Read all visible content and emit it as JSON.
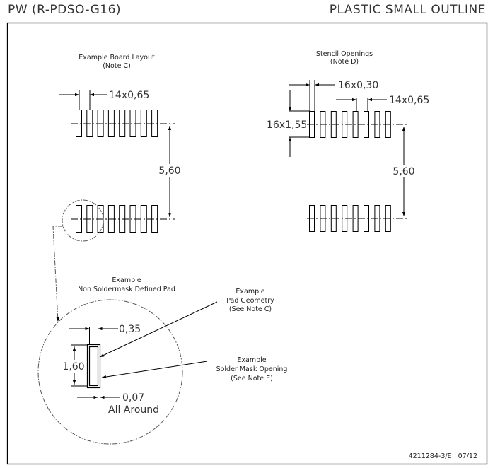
{
  "header": {
    "package_code": "PW (R-PDSO-G16)",
    "package_type": "PLASTIC SMALL OUTLINE"
  },
  "board_layout": {
    "title": "Example Board Layout",
    "note": "(Note C)",
    "pitch_label": "14x0,65",
    "row_spacing_label": "5,60",
    "pads_per_row": 8
  },
  "stencil": {
    "title": "Stencil Openings",
    "note": "(Note D)",
    "width_label": "16x0,30",
    "pitch_label": "14x0,65",
    "length_label": "16x1,55",
    "row_spacing_label": "5,60",
    "pads_per_row": 8
  },
  "detail": {
    "title_line1": "Example",
    "title_line2": "Non Soldermask Defined Pad",
    "pad_width_label": "0,35",
    "pad_length_label": "1,60",
    "clearance_label": "0,07",
    "clearance_note": "All Around",
    "callout_pad": {
      "line1": "Example",
      "line2": "Pad Geometry",
      "line3": "(See Note C)"
    },
    "callout_mask": {
      "line1": "Example",
      "line2": "Solder Mask Opening",
      "line3": "(See Note E)"
    }
  },
  "footer": {
    "drawing_number": "4211284-3/E   07/12"
  }
}
